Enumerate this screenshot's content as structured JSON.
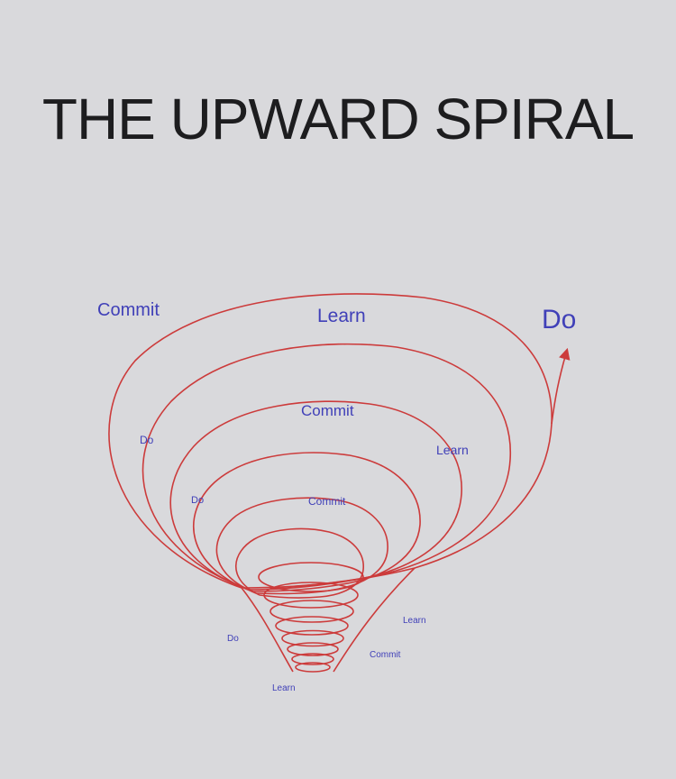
{
  "title": "THE UPWARD SPIRAL",
  "colors": {
    "background": "#d9d9dc",
    "spiral": "#cc3b3b",
    "label": "#4040b8",
    "title": "#1d1d1f"
  },
  "labels": {
    "outer_commit": "Commit",
    "outer_learn": "Learn",
    "outer_do": "Do",
    "ring2_commit": "Commit",
    "ring2_do": "Do",
    "ring2_learn": "Learn",
    "ring3_do": "Do",
    "ring3_commit": "Commit",
    "inner_learn": "Learn",
    "inner_do": "Do",
    "inner_commit": "Commit",
    "bottom_learn": "Learn"
  }
}
